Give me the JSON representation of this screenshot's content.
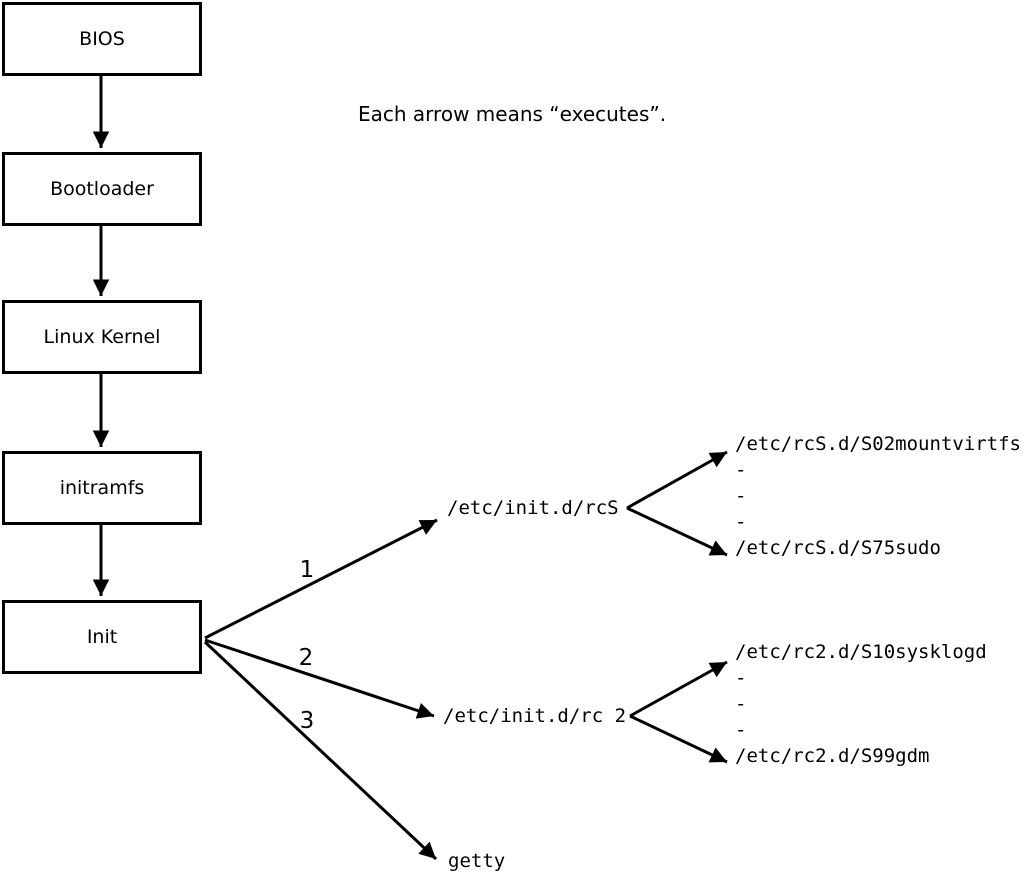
{
  "caption": "Each arrow means “executes”.",
  "colors": {
    "line": "#000000",
    "background": "#ffffff",
    "text": "#000000"
  },
  "chain": [
    {
      "label": "BIOS"
    },
    {
      "label": "Bootloader"
    },
    {
      "label": "Linux Kernel"
    },
    {
      "label": "initramfs"
    },
    {
      "label": "Init"
    }
  ],
  "branches": [
    {
      "number": "1",
      "target": "/etc/init.d/rcS",
      "children": [
        "/etc/rcS.d/S02mountvirtfs",
        "-",
        "-",
        "-",
        "/etc/rcS.d/S75sudo"
      ]
    },
    {
      "number": "2",
      "target": "/etc/init.d/rc 2",
      "children": [
        "/etc/rc2.d/S10sysklogd",
        "-",
        "-",
        "-",
        "/etc/rc2.d/S99gdm"
      ]
    },
    {
      "number": "3",
      "target": "getty",
      "children": []
    }
  ]
}
